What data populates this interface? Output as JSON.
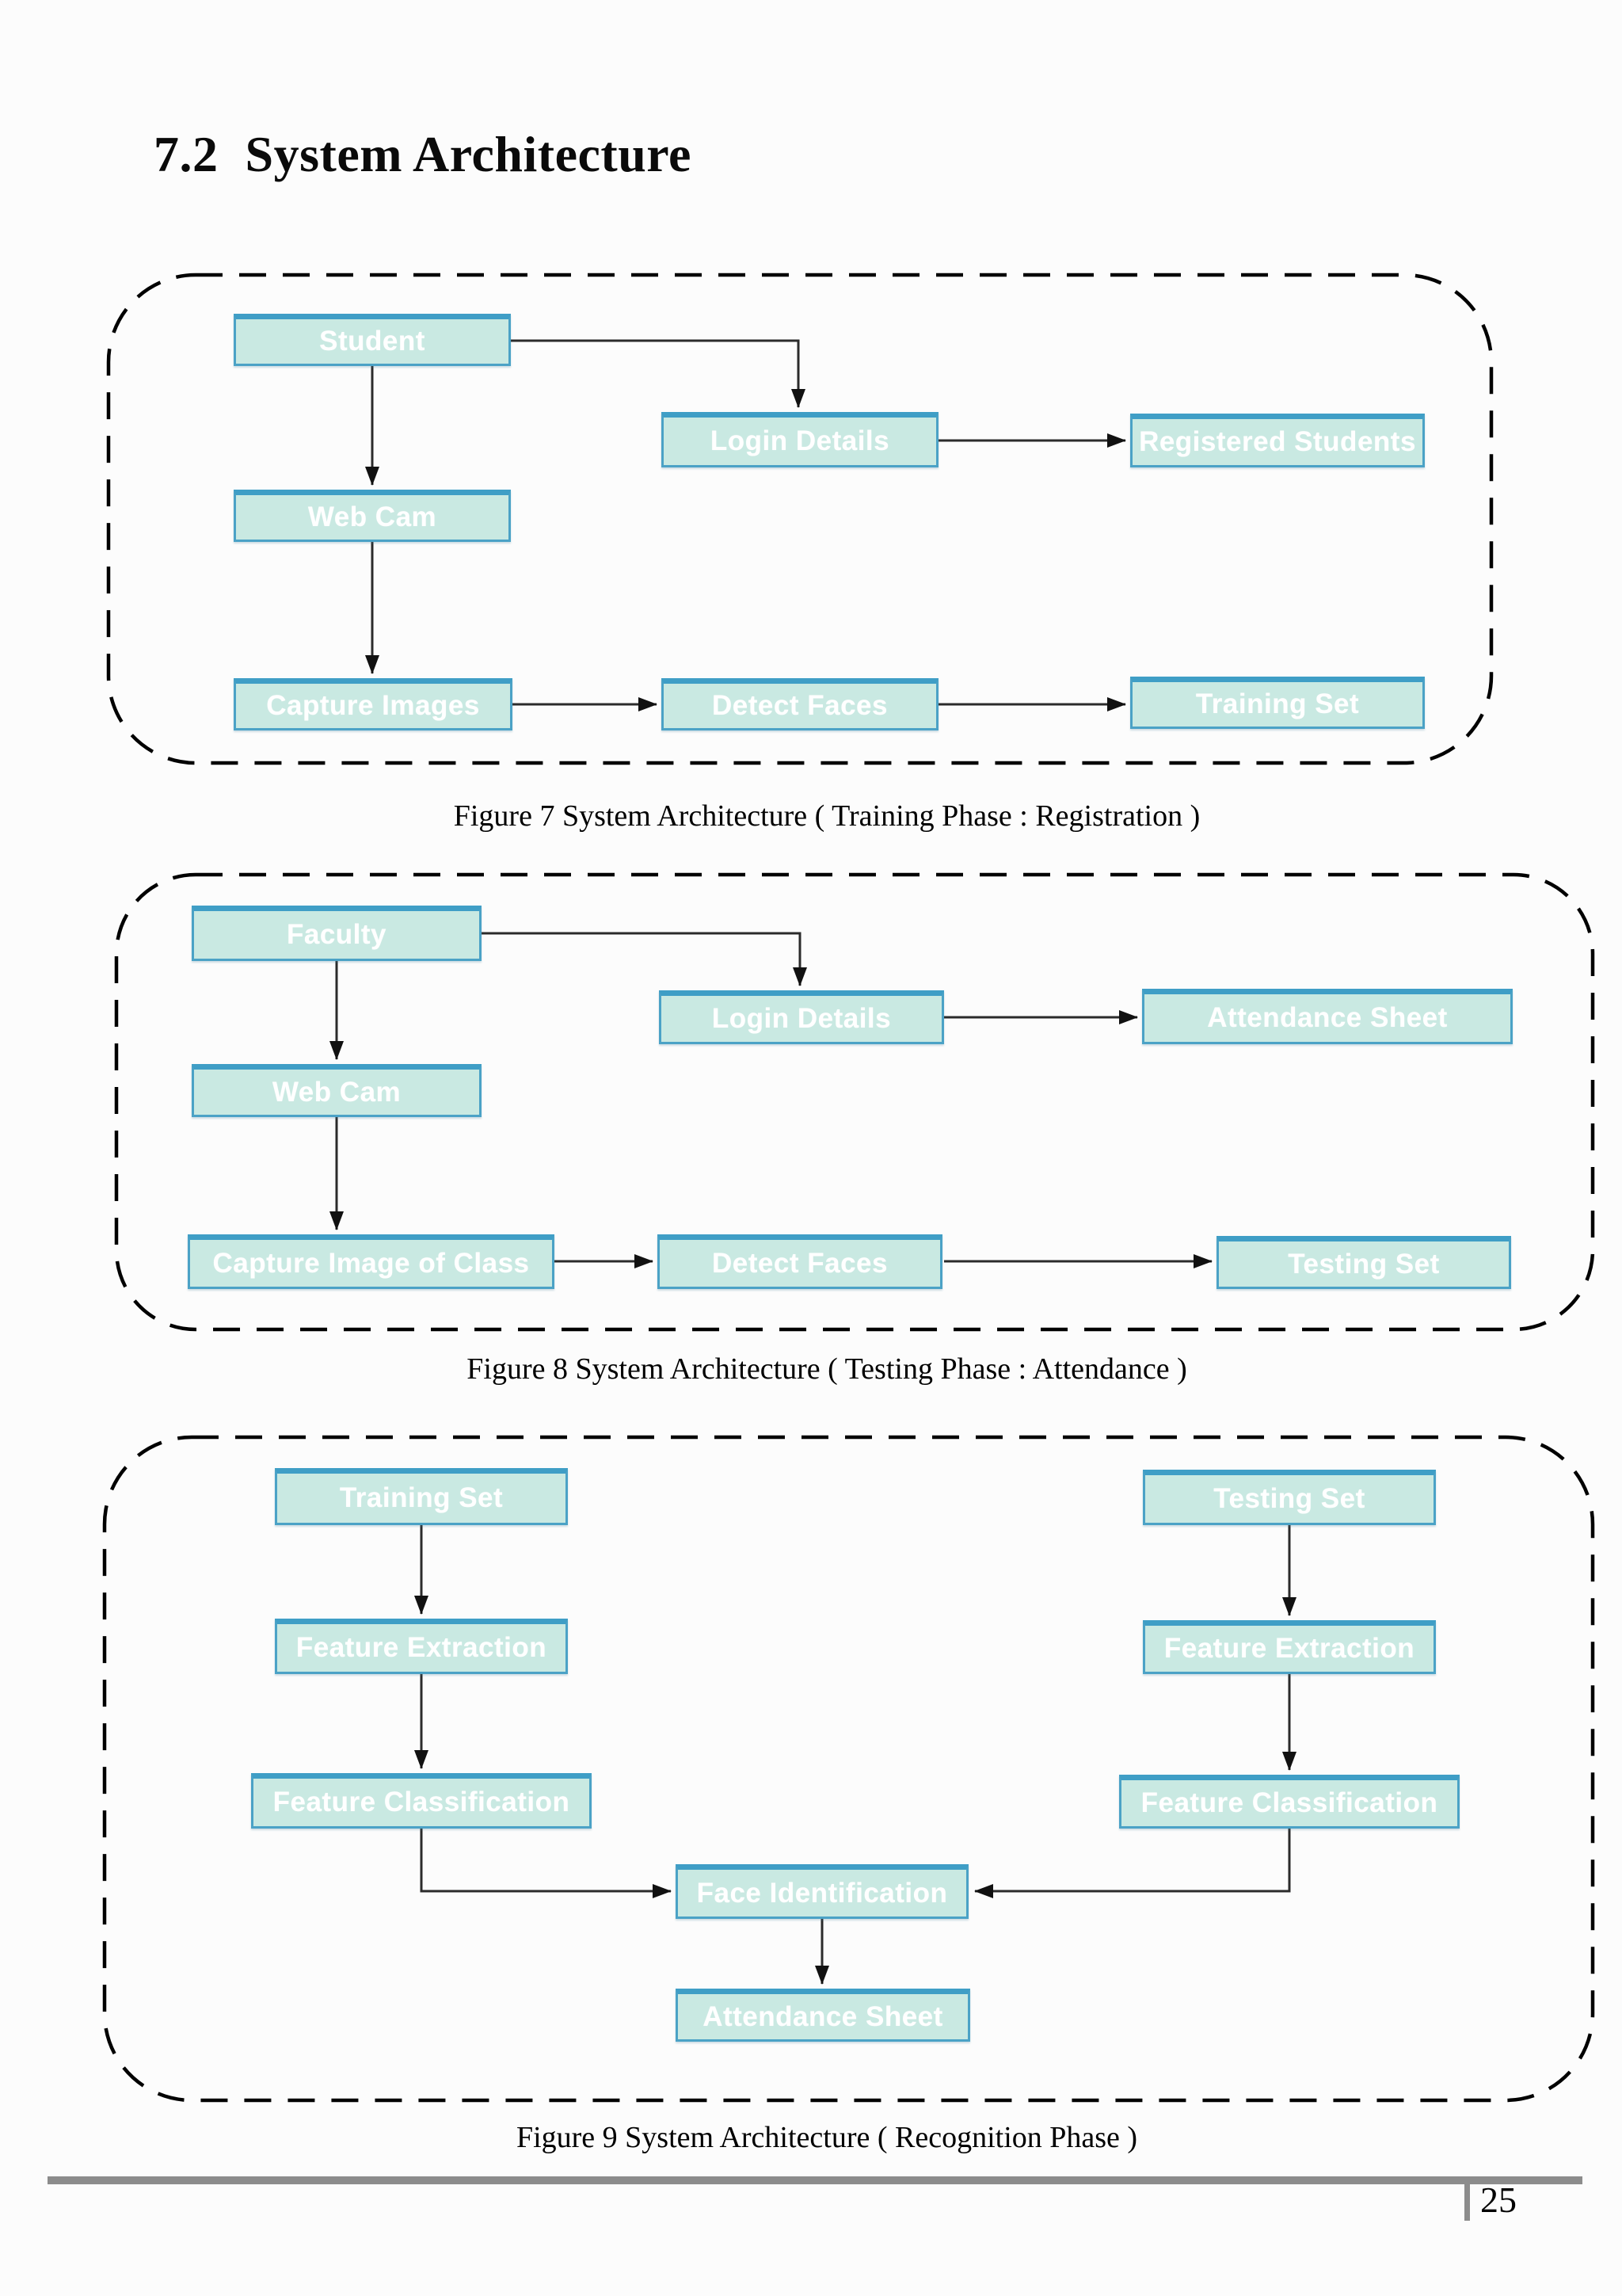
{
  "page": {
    "section_number": "7.2",
    "section_title": "System Architecture",
    "page_number": "25"
  },
  "figures": [
    {
      "caption": "Figure 7 System Architecture ( Training Phase : Registration )",
      "phase": "Training Phase : Registration",
      "nodes": {
        "student": "Student",
        "login_details": "Login Details",
        "registered_students": "Registered Students",
        "web_cam": "Web Cam",
        "capture_images": "Capture Images",
        "detect_faces": "Detect Faces",
        "training_set": "Training Set"
      }
    },
    {
      "caption": "Figure 8 System Architecture ( Testing Phase : Attendance )",
      "phase": "Testing Phase : Attendance",
      "nodes": {
        "faculty": "Faculty",
        "login_details": "Login Details",
        "attendance_sheet": "Attendance Sheet",
        "web_cam": "Web Cam",
        "capture_image_of_class": "Capture Image of Class",
        "detect_faces": "Detect Faces",
        "testing_set": "Testing Set"
      }
    },
    {
      "caption": "Figure 9 System Architecture ( Recognition Phase )",
      "phase": "Recognition Phase",
      "nodes": {
        "training_set": "Training Set",
        "testing_set": "Testing Set",
        "feature_extraction_left": "Feature Extraction",
        "feature_extraction_right": "Feature Extraction",
        "feature_classification_left": "Feature Classification",
        "feature_classification_right": "Feature Classification",
        "face_identification": "Face Identification",
        "attendance_sheet": "Attendance Sheet"
      }
    }
  ],
  "colors": {
    "node_fill": "#c9e9e2",
    "node_border": "#4ba2c6",
    "node_border_top": "#3f9ec6",
    "dash": "#000000",
    "arrow": "#2b2b2b",
    "footer_rule": "#8c8c8c",
    "node_text": "#ffffff",
    "ink": "#0a0a0a"
  }
}
